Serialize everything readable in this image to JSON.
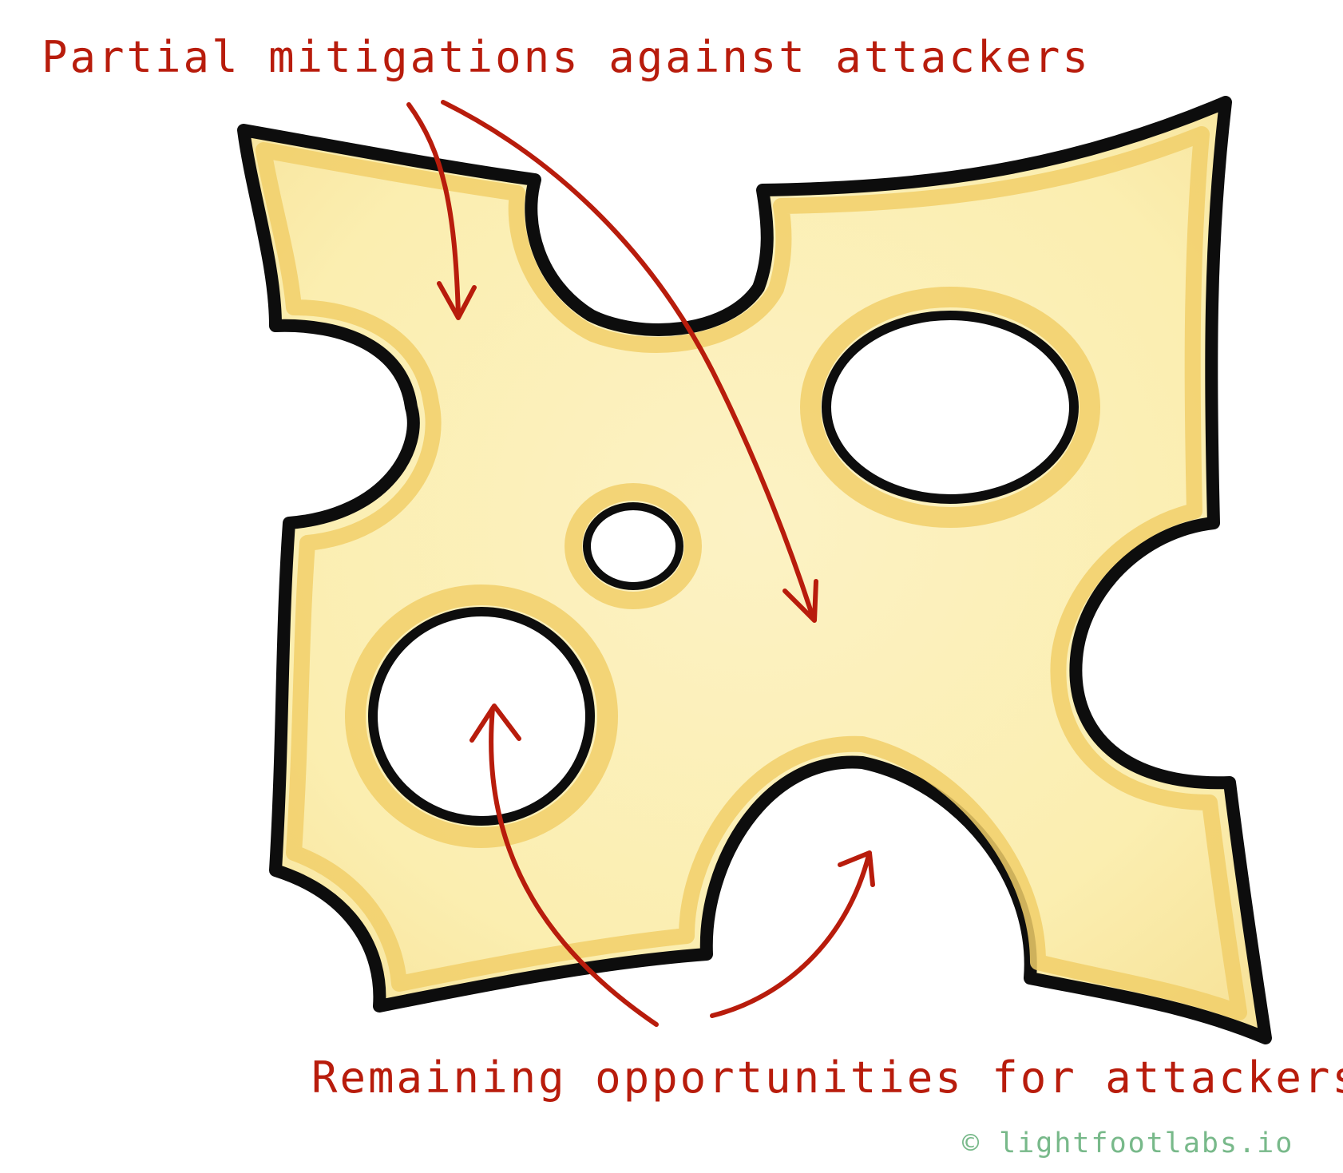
{
  "diagram": {
    "top_annotation": "Partial mitigations against attackers",
    "bottom_annotation": "Remaining opportunities for attackers",
    "credit": "© lightfootlabs.io",
    "icons": [
      "swiss-cheese-slice-icon",
      "arrow-icon"
    ],
    "colors": {
      "annotation": "#b81c0c",
      "credit": "#78b98a",
      "cheese_fill": "#fbefb4",
      "cheese_rim": "#f1cf6a",
      "outline": "#0d0d0d"
    }
  }
}
